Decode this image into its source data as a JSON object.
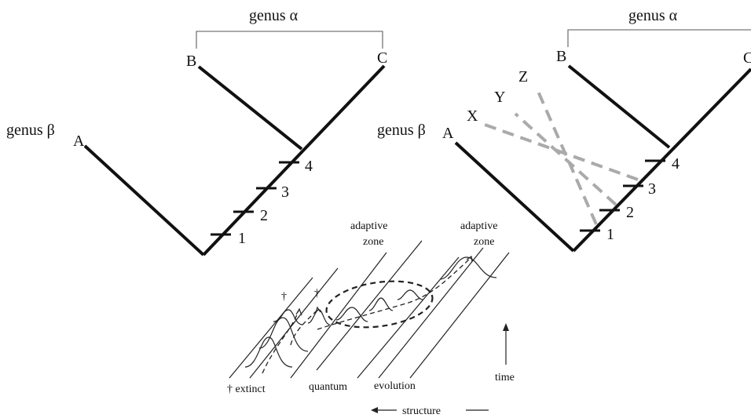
{
  "left_tree": {
    "genus_top": "genus α",
    "genus_left": "genus β",
    "taxa": [
      "A",
      "B",
      "C"
    ],
    "steps": [
      "1",
      "2",
      "3",
      "4"
    ]
  },
  "right_tree": {
    "genus_top": "genus α",
    "genus_left": "genus β",
    "taxa": [
      "A",
      "B",
      "C"
    ],
    "ghost_lineages": [
      "X",
      "Y",
      "Z"
    ],
    "steps": [
      "1",
      "2",
      "3",
      "4"
    ]
  },
  "bottom": {
    "zone_left": "adaptive\nzone",
    "zone_right": "adaptive\nzone",
    "zone_left_line1": "adaptive",
    "zone_left_line2": "zone",
    "zone_right_line1": "adaptive",
    "zone_right_line2": "zone",
    "dagger": "†",
    "extinct": "† extinct",
    "quantum": "quantum",
    "evolution": "evolution",
    "time": "time",
    "structure": "structure"
  }
}
